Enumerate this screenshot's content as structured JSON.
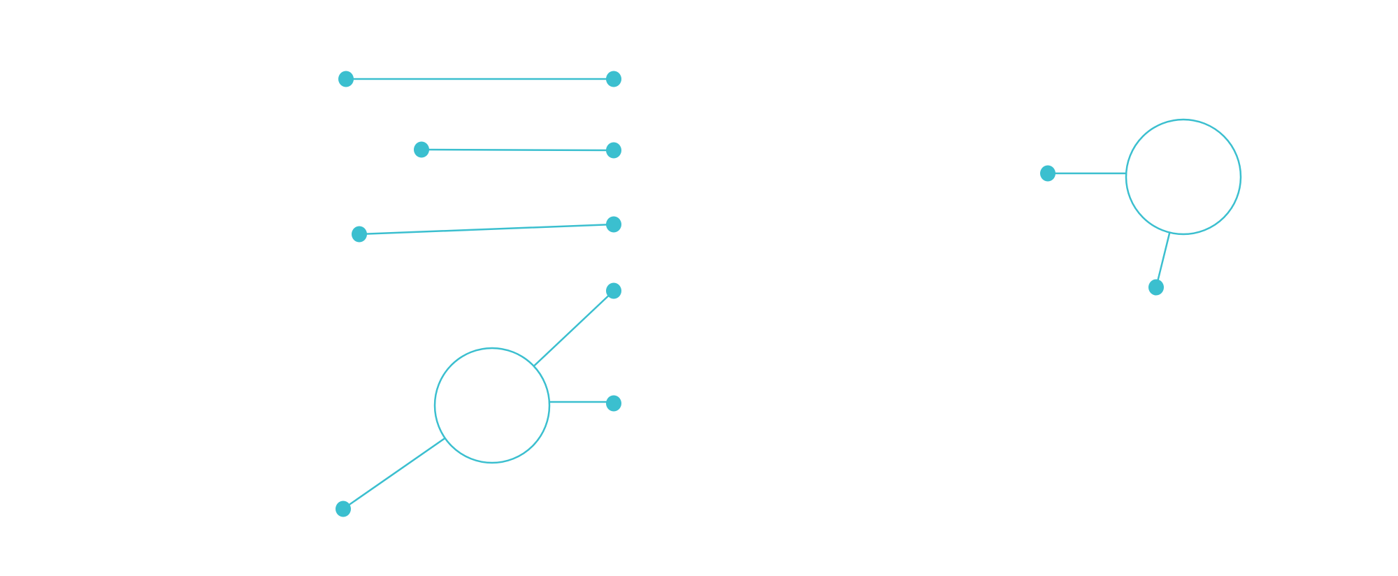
{
  "colors": {
    "accent": "#3bbfcf",
    "background": "#ffffff"
  },
  "diagram": {
    "groups": [
      {
        "id": "group-1",
        "hub": {
          "id": "hub-left"
        },
        "connectors": [
          {
            "id": "c1",
            "from": "dot-a",
            "to": "dot-b"
          },
          {
            "id": "c2",
            "from": "dot-c",
            "to": "dot-d"
          },
          {
            "id": "c3",
            "from": "dot-e",
            "to": "dot-f"
          },
          {
            "id": "c4",
            "from": "hub-left",
            "to": "dot-g"
          },
          {
            "id": "c5",
            "from": "hub-left",
            "to": "dot-h"
          },
          {
            "id": "c6",
            "from": "hub-left",
            "to": "dot-i"
          }
        ]
      },
      {
        "id": "group-2",
        "hub": {
          "id": "hub-right"
        },
        "connectors": [
          {
            "id": "c7",
            "from": "hub-right",
            "to": "dot-j"
          },
          {
            "id": "c8",
            "from": "hub-right",
            "to": "dot-k"
          }
        ]
      }
    ]
  }
}
